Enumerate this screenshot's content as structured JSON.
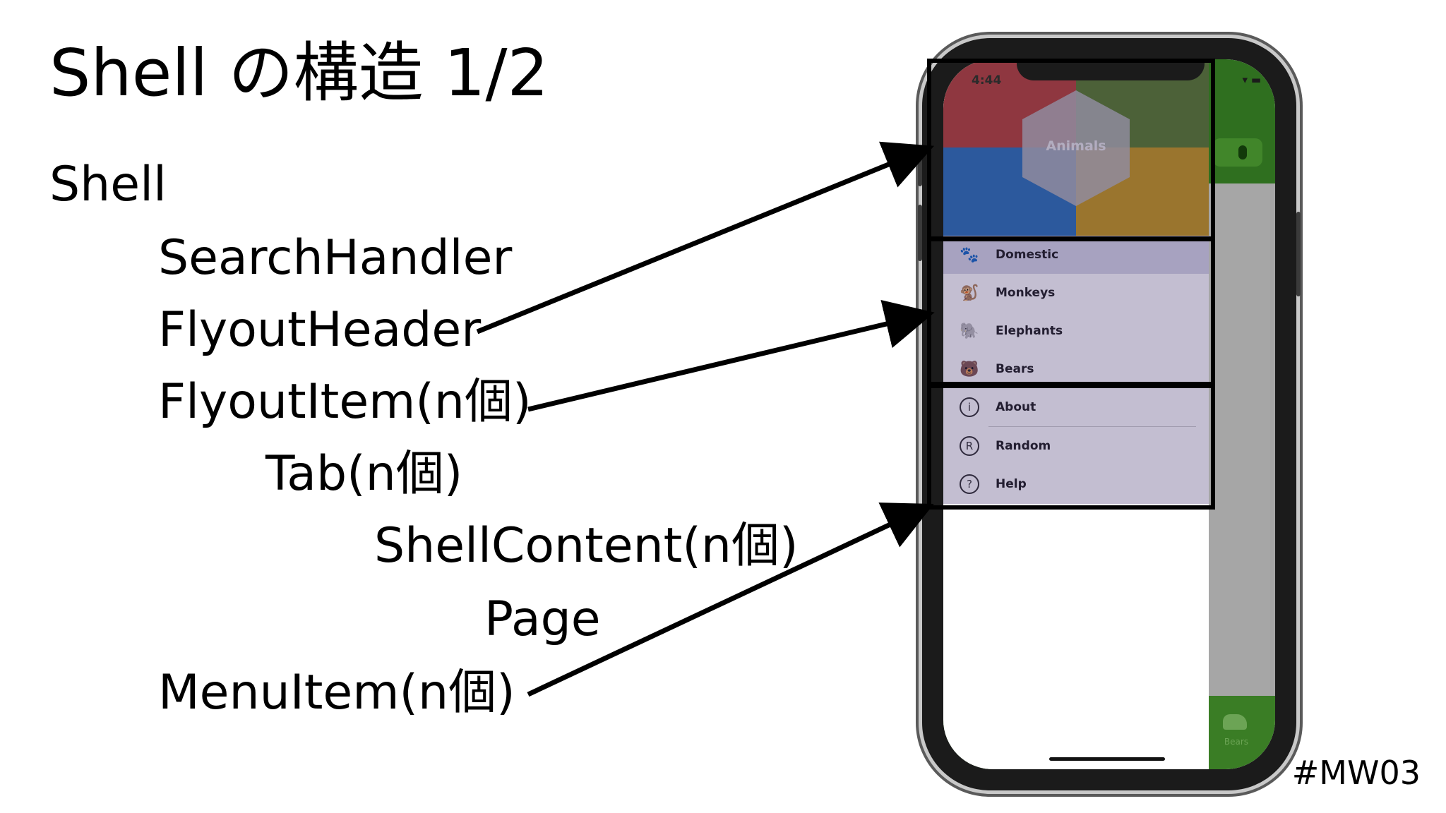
{
  "slide": {
    "title": "Shell の構造 1/2",
    "tree": [
      "Shell",
      "SearchHandler",
      "FlyoutHeader",
      "FlyoutItem(n個)",
      "Tab(n個)",
      "ShellContent(n個)",
      "Page",
      "MenuItem(n個)"
    ],
    "hashtag": "#MW03"
  },
  "phone": {
    "status_time": "4:44",
    "status_right": "▾ ▬",
    "header_title": "Animals",
    "flyout_items": [
      {
        "label": "Domestic",
        "icon": "paw-icon",
        "glyph": "🐾",
        "selected": true
      },
      {
        "label": "Monkeys",
        "icon": "monkey-icon",
        "glyph": "🐒",
        "selected": false
      },
      {
        "label": "Elephants",
        "icon": "elephant-icon",
        "glyph": "🐘",
        "selected": false
      },
      {
        "label": "Bears",
        "icon": "bear-icon",
        "glyph": "🐻",
        "selected": false
      }
    ],
    "menu_items": [
      {
        "label": "About",
        "icon": "info-icon",
        "glyph": "i"
      },
      {
        "label": "Random",
        "icon": "registered-icon",
        "glyph": "R"
      },
      {
        "label": "Help",
        "icon": "help-icon",
        "glyph": "?"
      }
    ],
    "tab_label": "Bears"
  },
  "colors": {
    "header_red": "#b84437",
    "header_green": "#5a7e2c",
    "header_blue": "#2e73b8",
    "header_yellow": "#c79a1e",
    "app_green": "#2f6f1f"
  }
}
